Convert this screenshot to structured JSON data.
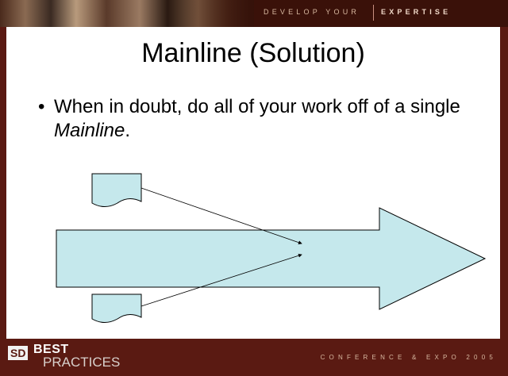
{
  "header": {
    "tagline_develop": "DEVELOP YOUR",
    "tagline_expertise": "EXPERTISE"
  },
  "slide": {
    "title": "Mainline (Solution)",
    "bullet": {
      "text_before": "When in doubt, do all of your work off of a single ",
      "emphasis": "Mainline",
      "text_after": "."
    }
  },
  "footer": {
    "logo_sd": "SD",
    "logo_best": "BEST",
    "logo_practices": "PRACTICES",
    "conference": "CONFERENCE & EXPO 2005"
  },
  "colors": {
    "background": "#5a1a12",
    "arrow_fill": "#c5e8ec",
    "shape_outline": "#000000"
  }
}
